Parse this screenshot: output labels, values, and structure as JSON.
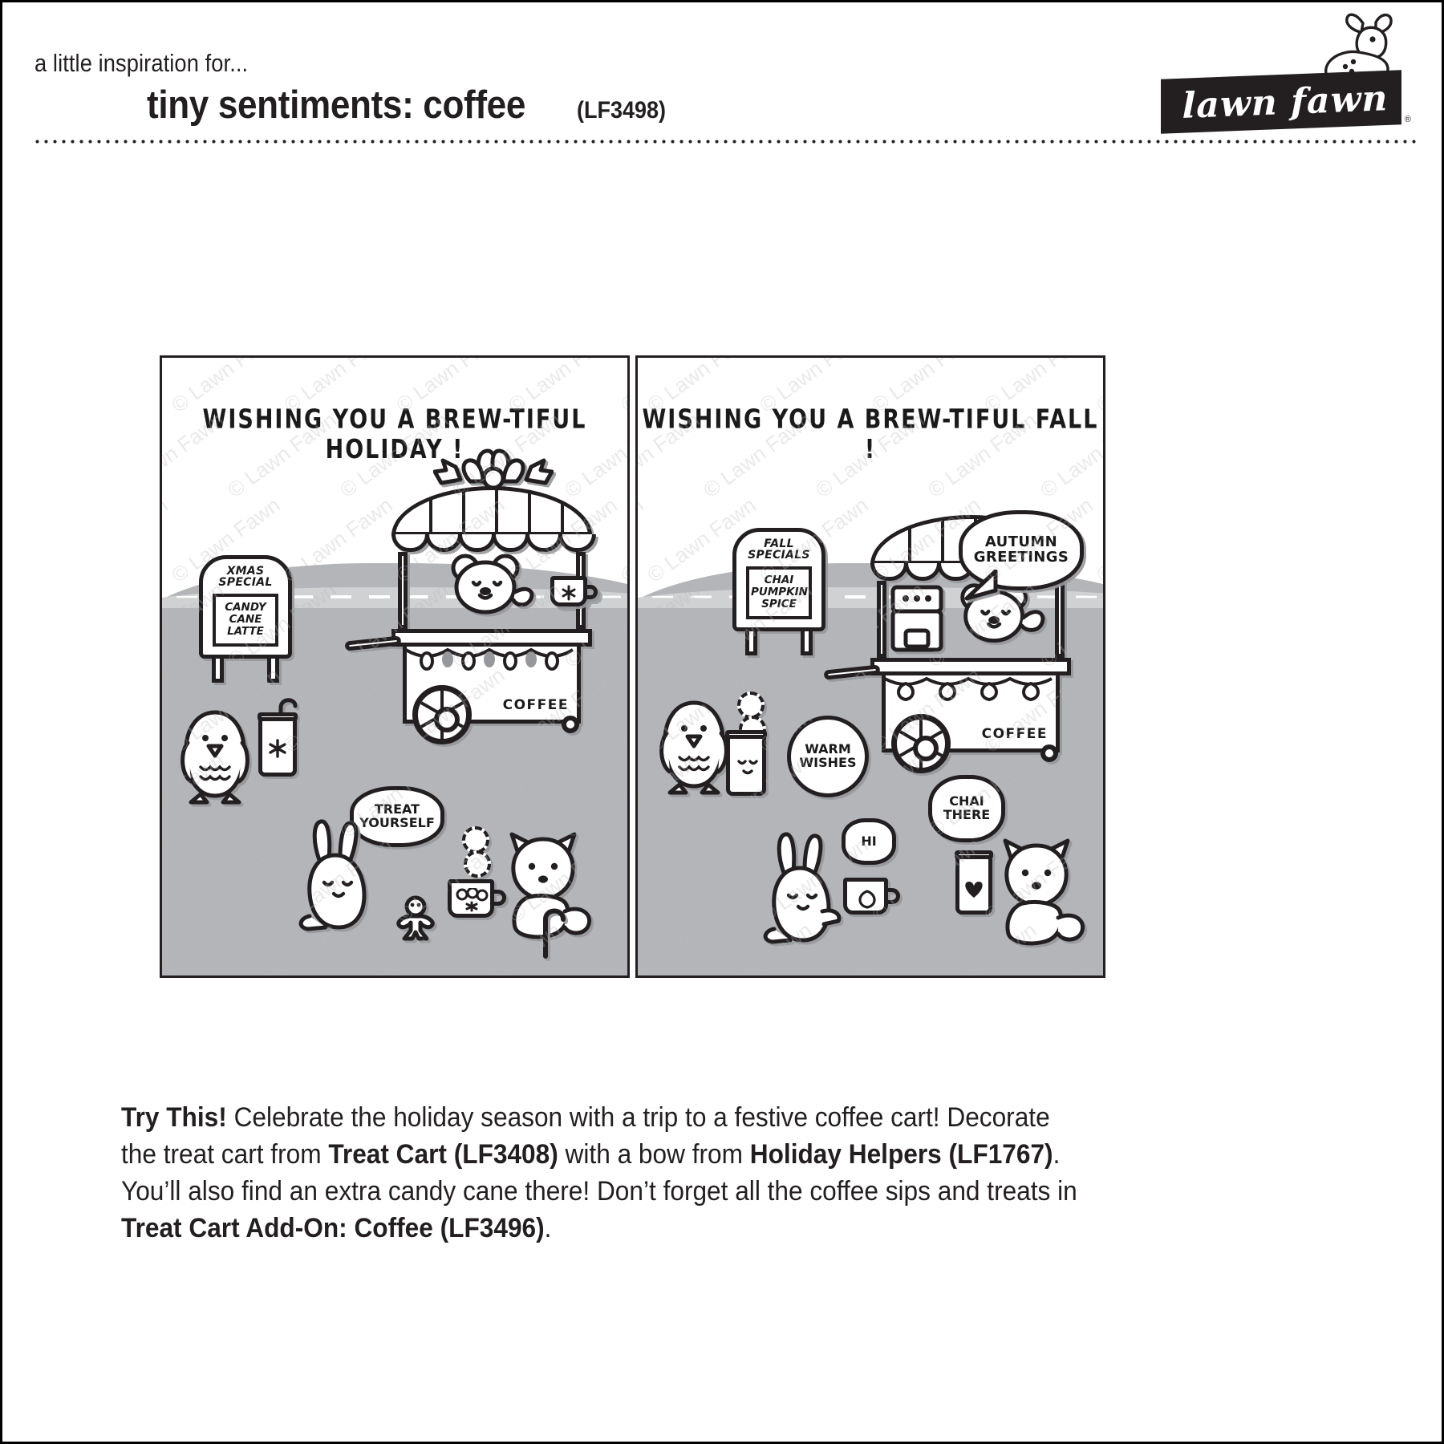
{
  "header": {
    "kicker": "a little inspiration for...",
    "title": "tiny sentiments: coffee",
    "product_code": "(LF3498)"
  },
  "logo": {
    "wordmark": "lawn fawn",
    "registered": "®",
    "icon": "fawn-deer-icon"
  },
  "watermark": {
    "text": "© Lawn Fawn"
  },
  "cards": [
    {
      "id": "holiday",
      "sentiment": "WISHING YOU A BREW-TIFUL HOLIDAY !",
      "sign": {
        "header": "XMAS\nSPECIAL",
        "body": "CANDY\nCANE\nLATTE"
      },
      "cart_label": "COFFEE",
      "bubbles": [
        {
          "text": "TREAT\nYOURSELF",
          "shape": "oval"
        }
      ],
      "characters": [
        "penguin",
        "bear-barista",
        "bunny",
        "fox"
      ],
      "props": [
        "candy-cane-drink",
        "gingerbread-man",
        "hot-cocoa-mug",
        "candy-cane",
        "holly-bow",
        "string-lights"
      ]
    },
    {
      "id": "fall",
      "sentiment": "WISHING YOU A BREW-TIFUL FALL !",
      "sign": {
        "header": "FALL\nSPECIALS",
        "body": "CHAI\nPUMPKIN\nSPICE"
      },
      "cart_label": "COFFEE",
      "bubbles": [
        {
          "text": "AUTUMN\nGREETINGS",
          "shape": "speech"
        },
        {
          "text": "WARM\nWISHES",
          "shape": "round"
        },
        {
          "text": "CHAI\nTHERE",
          "shape": "round"
        },
        {
          "text": "HI",
          "shape": "round"
        }
      ],
      "characters": [
        "penguin",
        "bear-barista",
        "bunny",
        "fox"
      ],
      "props": [
        "espresso-machine",
        "to-go-cup",
        "heart-cup",
        "leaf-mug",
        "leaf-garland",
        "steam-swirls"
      ]
    }
  ],
  "footer": {
    "lead": "Try This!",
    "segments": [
      {
        "text": " Celebrate the holiday season with a trip to a festive coffee cart! Decorate the treat cart from ",
        "bold": false
      },
      {
        "text": "Treat Cart (LF3408)",
        "bold": true
      },
      {
        "text": " with a bow from ",
        "bold": false
      },
      {
        "text": "Holiday Helpers (LF1767)",
        "bold": true
      },
      {
        "text": ". You’ll also find an extra candy cane there!  Don’t forget all the coffee sips and treats in ",
        "bold": false
      },
      {
        "text": "Treat Cart Add-On: Coffee (LF3496)",
        "bold": true
      },
      {
        "text": ".",
        "bold": false
      }
    ]
  },
  "colors": {
    "ink": "#231f20",
    "ground": "#b3b5b8",
    "road": "#cfd1d3",
    "shadow": "#96989b",
    "watermark": "#b9b9b9"
  }
}
